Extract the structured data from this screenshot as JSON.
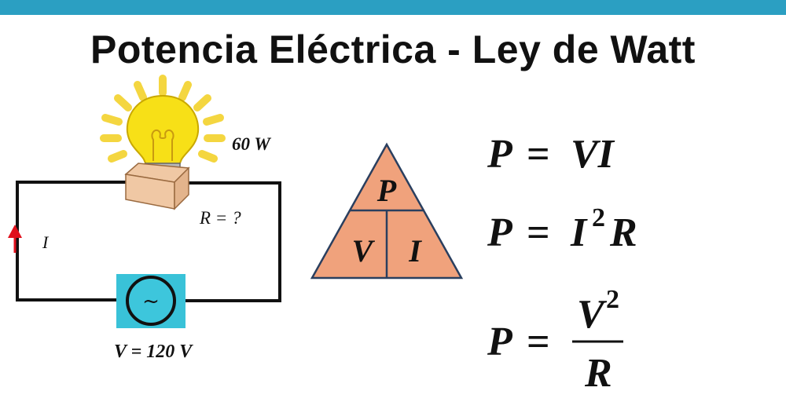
{
  "title": "Potencia Eléctrica - Ley de Watt",
  "colors": {
    "top_bar": "#2b9fc2",
    "bulb_glass": "#f7e017",
    "bulb_rays": "#f4d640",
    "bulb_base": "#f0c8a4",
    "source_box": "#39c2d8",
    "current_arrow": "#e0101c",
    "triangle_fill": "#f0a27c",
    "triangle_stroke": "#2a3f5f",
    "text": "#111111"
  },
  "circuit": {
    "power_label": "60 W",
    "resistance_label": "R = ?",
    "current_label": "I",
    "voltage_label": "V = 120 V",
    "source_symbol": "~"
  },
  "triangle": {
    "top": "P",
    "bottom_left": "V",
    "bottom_right": "I"
  },
  "formulas": {
    "f1": {
      "lhs": "P",
      "eq": "=",
      "rhs": "VI"
    },
    "f2": {
      "lhs": "P",
      "eq": "=",
      "base": "I",
      "exp": "2",
      "tail": "R"
    },
    "f3": {
      "lhs": "P",
      "eq": "=",
      "num_base": "V",
      "num_exp": "2",
      "den": "R"
    }
  }
}
